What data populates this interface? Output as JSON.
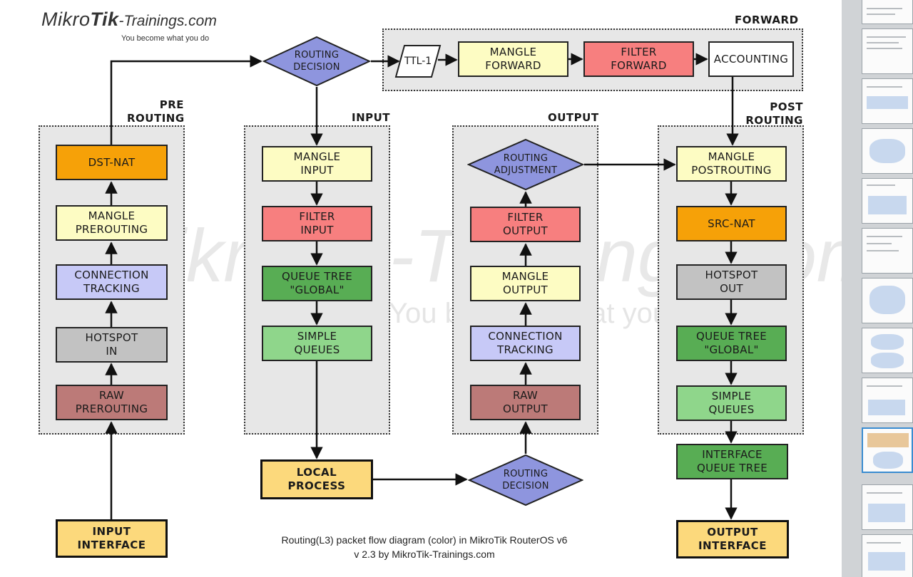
{
  "logo": {
    "brand_light": "Mikro",
    "brand_bold": "Tik",
    "domain": "-Trainings.com",
    "tagline": "You become what you do"
  },
  "watermark": {
    "line1": "MikroTik-Trainings.com",
    "line2": "You become what you do"
  },
  "sections": {
    "forward": "FORWARD",
    "prerouting": "PRE\nROUTING",
    "input": "INPUT",
    "output": "OUTPUT",
    "postrouting": "POST\nROUTING"
  },
  "nodes": {
    "input_interface": "INPUT\nINTERFACE",
    "raw_prerouting": "RAW\nPREROUTING",
    "hotspot_in": "HOTSPOT\nIN",
    "connection_tracking_pre": "CONNECTION\nTRACKING",
    "mangle_prerouting": "MANGLE\nPREROUTING",
    "dst_nat": "DST-NAT",
    "routing_decision_top": "ROUTING\nDECISION",
    "ttl": "TTL-1",
    "mangle_forward": "MANGLE\nFORWARD",
    "filter_forward": "FILTER\nFORWARD",
    "accounting": "ACCOUNTING",
    "mangle_input": "MANGLE\nINPUT",
    "filter_input": "FILTER\nINPUT",
    "queue_tree_global_input": "QUEUE TREE\n\"GLOBAL\"",
    "simple_queues_input": "SIMPLE\nQUEUES",
    "local_process": "LOCAL\nPROCESS",
    "routing_decision_bottom": "ROUTING\nDECISION",
    "raw_output": "RAW\nOUTPUT",
    "connection_tracking_out": "CONNECTION\nTRACKING",
    "mangle_output": "MANGLE\nOUTPUT",
    "filter_output": "FILTER\nOUTPUT",
    "routing_adjustment": "ROUTING\nADJUSTMENT",
    "mangle_postrouting": "MANGLE\nPOSTROUTING",
    "src_nat": "SRC-NAT",
    "hotspot_out": "HOTSPOT\nOUT",
    "queue_tree_global_post": "QUEUE TREE\n\"GLOBAL\"",
    "simple_queues_post": "SIMPLE\nQUEUES",
    "interface_queue_tree": "INTERFACE\nQUEUE TREE",
    "output_interface": "OUTPUT\nINTERFACE"
  },
  "colors": {
    "orange": "#f6a108",
    "yellow": "#fdfcc3",
    "lavender": "#c7c9f7",
    "gray": "#c2c2c2",
    "dusty_red": "#bc7a78",
    "pink_red": "#f77f7f",
    "dark_green": "#58ad54",
    "light_green": "#8fd68b",
    "io_yellow": "#fcd97c",
    "diamond_blue": "#8e95de",
    "white": "#ffffff"
  },
  "caption": {
    "line1": "Routing(L3) packet flow diagram (color) in MikroTik RouterOS v6",
    "line2": "v 2.3 by MikroTik-Trainings.com"
  }
}
